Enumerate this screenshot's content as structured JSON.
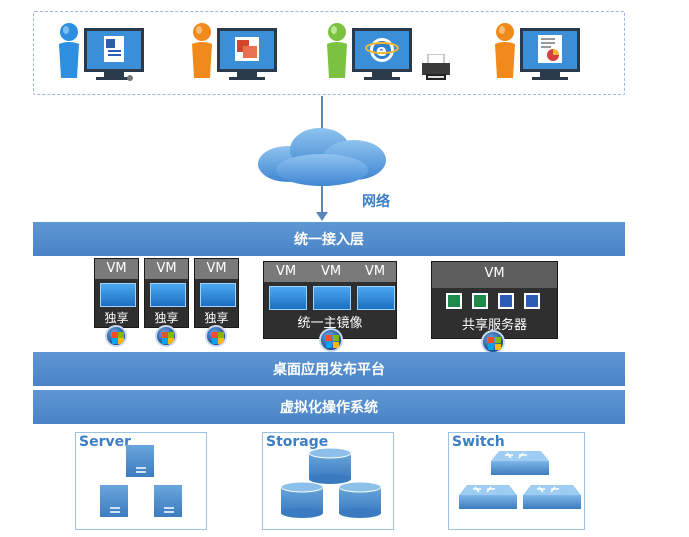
{
  "network": {
    "label": "网络"
  },
  "layers": {
    "access": "统一接入层",
    "publishing": "桌面应用发布平台",
    "virtualization": "虚拟化操作系统"
  },
  "vm": {
    "vm_label": "VM",
    "dedicated_label": "独享",
    "master_image_label": "统一主镜像",
    "shared_server_label": "共享服务器"
  },
  "infrastructure": {
    "server": "Server",
    "storage": "Storage",
    "switch": "Switch"
  },
  "user_apps": [
    "word-app-icon",
    "powerpoint-app-icon",
    "internet-explorer-app-icon",
    "report-app-icon"
  ],
  "colors": {
    "layer_bar": "#4f89c9",
    "accent_text": "#3d7fc4",
    "vm_dark": "#2f2f2f",
    "person_blue": "#2e8fe0",
    "person_orange": "#f08a1c",
    "person_green": "#7cc241"
  }
}
